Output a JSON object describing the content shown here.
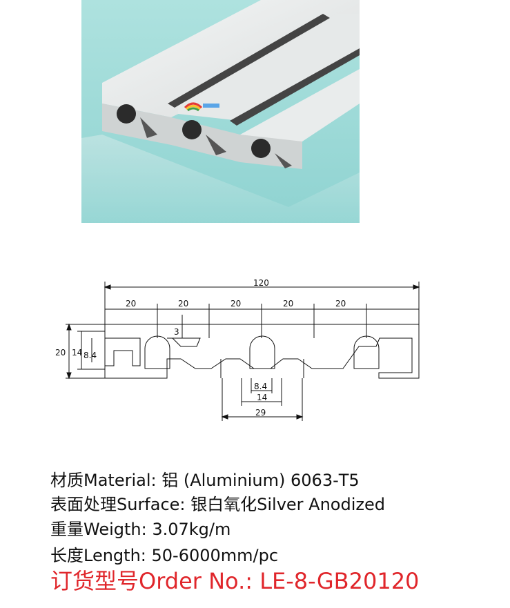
{
  "photo": {
    "alt": "aluminium-profile-photo",
    "logo": "brand-logo"
  },
  "drawing": {
    "overall_width": "120",
    "pitch_labels": [
      "20",
      "20",
      "20",
      "20",
      "20"
    ],
    "height": "20",
    "slot_outer": "14",
    "slot_inner": "8.4",
    "wall": "3",
    "bottom_inner": "8.4",
    "bottom_middle": "14",
    "bottom_outer": "29"
  },
  "specs": {
    "material": "材质Material: 铝 (Aluminium) 6063-T5",
    "surface": "表面处理Surface: 银白氧化Silver Anodized",
    "weight": "重量Weigth: 3.07kg/m",
    "length": "长度Length: 50-6000mm/pc",
    "order": "订货型号Order No.: LE-8-GB20120"
  },
  "colors": {
    "order_red": "#e0262b",
    "photo_bg": "#9ad8d6"
  }
}
